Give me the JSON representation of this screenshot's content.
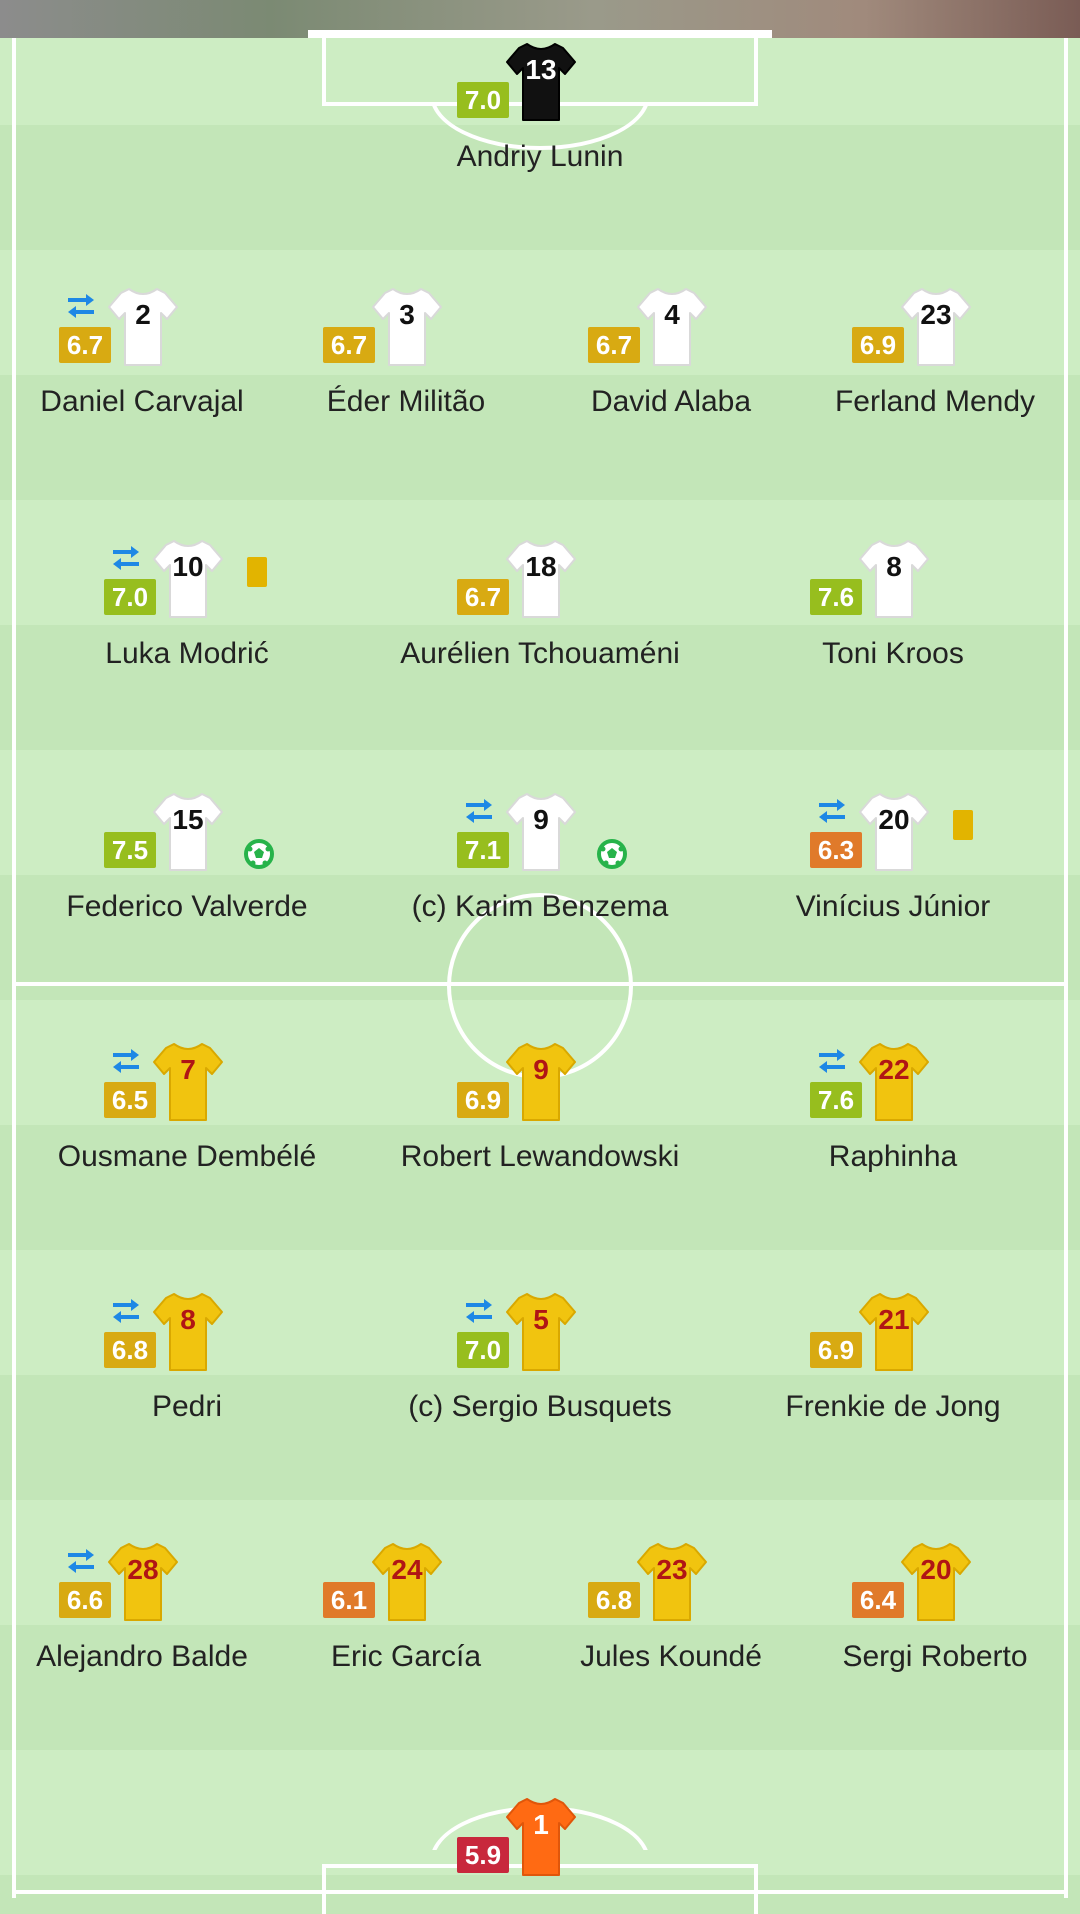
{
  "colors": {
    "pitch_light": "#cdedc3",
    "pitch_dark": "#c3e6b8",
    "line": "#ffffff",
    "rating_green": "#97be1e",
    "rating_yellow": "#d8aa12",
    "rating_orange": "#e07a2a",
    "rating_red": "#c8283c",
    "kit_home": "#ffffff",
    "kit_away": "#f1c40f",
    "kit_gk_top": "#111111",
    "kit_gk_bottom": "#ff6a13",
    "number_home": "#111111",
    "number_away": "#b01515",
    "sub_icon": "#1e88e5",
    "goal_icon": "#27b34a",
    "yellow_card": "#e2b400"
  },
  "top_team": {
    "kit": "white",
    "players": [
      {
        "name": "Andriy Lunin",
        "number": "13",
        "rating": "7.0",
        "rating_color": "green",
        "kit": "gk_black",
        "sub": false,
        "card": false,
        "goal": false
      },
      {
        "name": "Daniel Carvajal",
        "number": "2",
        "rating": "6.7",
        "rating_color": "yellow",
        "kit": "home",
        "sub": true,
        "card": false,
        "goal": false
      },
      {
        "name": "Éder Militão",
        "number": "3",
        "rating": "6.7",
        "rating_color": "yellow",
        "kit": "home",
        "sub": false,
        "card": false,
        "goal": false
      },
      {
        "name": "David Alaba",
        "number": "4",
        "rating": "6.7",
        "rating_color": "yellow",
        "kit": "home",
        "sub": false,
        "card": false,
        "goal": false
      },
      {
        "name": "Ferland Mendy",
        "number": "23",
        "rating": "6.9",
        "rating_color": "yellow",
        "kit": "home",
        "sub": false,
        "card": false,
        "goal": false
      },
      {
        "name": "Luka Modrić",
        "number": "10",
        "rating": "7.0",
        "rating_color": "green",
        "kit": "home",
        "sub": true,
        "card": true,
        "goal": false
      },
      {
        "name": "Aurélien Tchouaméni",
        "number": "18",
        "rating": "6.7",
        "rating_color": "yellow",
        "kit": "home",
        "sub": false,
        "card": false,
        "goal": false
      },
      {
        "name": "Toni Kroos",
        "number": "8",
        "rating": "7.6",
        "rating_color": "green",
        "kit": "home",
        "sub": false,
        "card": false,
        "goal": false
      },
      {
        "name": "Federico Valverde",
        "number": "15",
        "rating": "7.5",
        "rating_color": "green",
        "kit": "home",
        "sub": false,
        "card": false,
        "goal": true
      },
      {
        "name": "(c) Karim Benzema",
        "number": "9",
        "rating": "7.1",
        "rating_color": "green",
        "kit": "home",
        "sub": true,
        "card": false,
        "goal": true
      },
      {
        "name": "Vinícius Júnior",
        "number": "20",
        "rating": "6.3",
        "rating_color": "orange",
        "kit": "home",
        "sub": true,
        "card": true,
        "goal": false
      }
    ]
  },
  "bottom_team": {
    "kit": "yellow",
    "players": [
      {
        "name": "Ousmane Dembélé",
        "number": "7",
        "rating": "6.5",
        "rating_color": "yellow",
        "kit": "away",
        "sub": true,
        "card": false,
        "goal": false
      },
      {
        "name": "Robert Lewandowski",
        "number": "9",
        "rating": "6.9",
        "rating_color": "yellow",
        "kit": "away",
        "sub": false,
        "card": false,
        "goal": false
      },
      {
        "name": "Raphinha",
        "number": "22",
        "rating": "7.6",
        "rating_color": "green",
        "kit": "away",
        "sub": true,
        "card": false,
        "goal": false
      },
      {
        "name": "Pedri",
        "number": "8",
        "rating": "6.8",
        "rating_color": "yellow",
        "kit": "away",
        "sub": true,
        "card": false,
        "goal": false
      },
      {
        "name": "(c) Sergio Busquets",
        "number": "5",
        "rating": "7.0",
        "rating_color": "green",
        "kit": "away",
        "sub": true,
        "card": false,
        "goal": false
      },
      {
        "name": "Frenkie de Jong",
        "number": "21",
        "rating": "6.9",
        "rating_color": "yellow",
        "kit": "away",
        "sub": false,
        "card": false,
        "goal": false
      },
      {
        "name": "Alejandro Balde",
        "number": "28",
        "rating": "6.6",
        "rating_color": "yellow",
        "kit": "away",
        "sub": true,
        "card": false,
        "goal": false
      },
      {
        "name": "Eric García",
        "number": "24",
        "rating": "6.1",
        "rating_color": "orange",
        "kit": "away",
        "sub": false,
        "card": false,
        "goal": false
      },
      {
        "name": "Jules Koundé",
        "number": "23",
        "rating": "6.8",
        "rating_color": "yellow",
        "kit": "away",
        "sub": false,
        "card": false,
        "goal": false
      },
      {
        "name": "Sergi Roberto",
        "number": "20",
        "rating": "6.4",
        "rating_color": "orange",
        "kit": "away",
        "sub": false,
        "card": false,
        "goal": false
      },
      {
        "name": "",
        "number": "1",
        "rating": "5.9",
        "rating_color": "red",
        "kit": "gk_orange",
        "sub": false,
        "card": false,
        "goal": false
      }
    ]
  }
}
